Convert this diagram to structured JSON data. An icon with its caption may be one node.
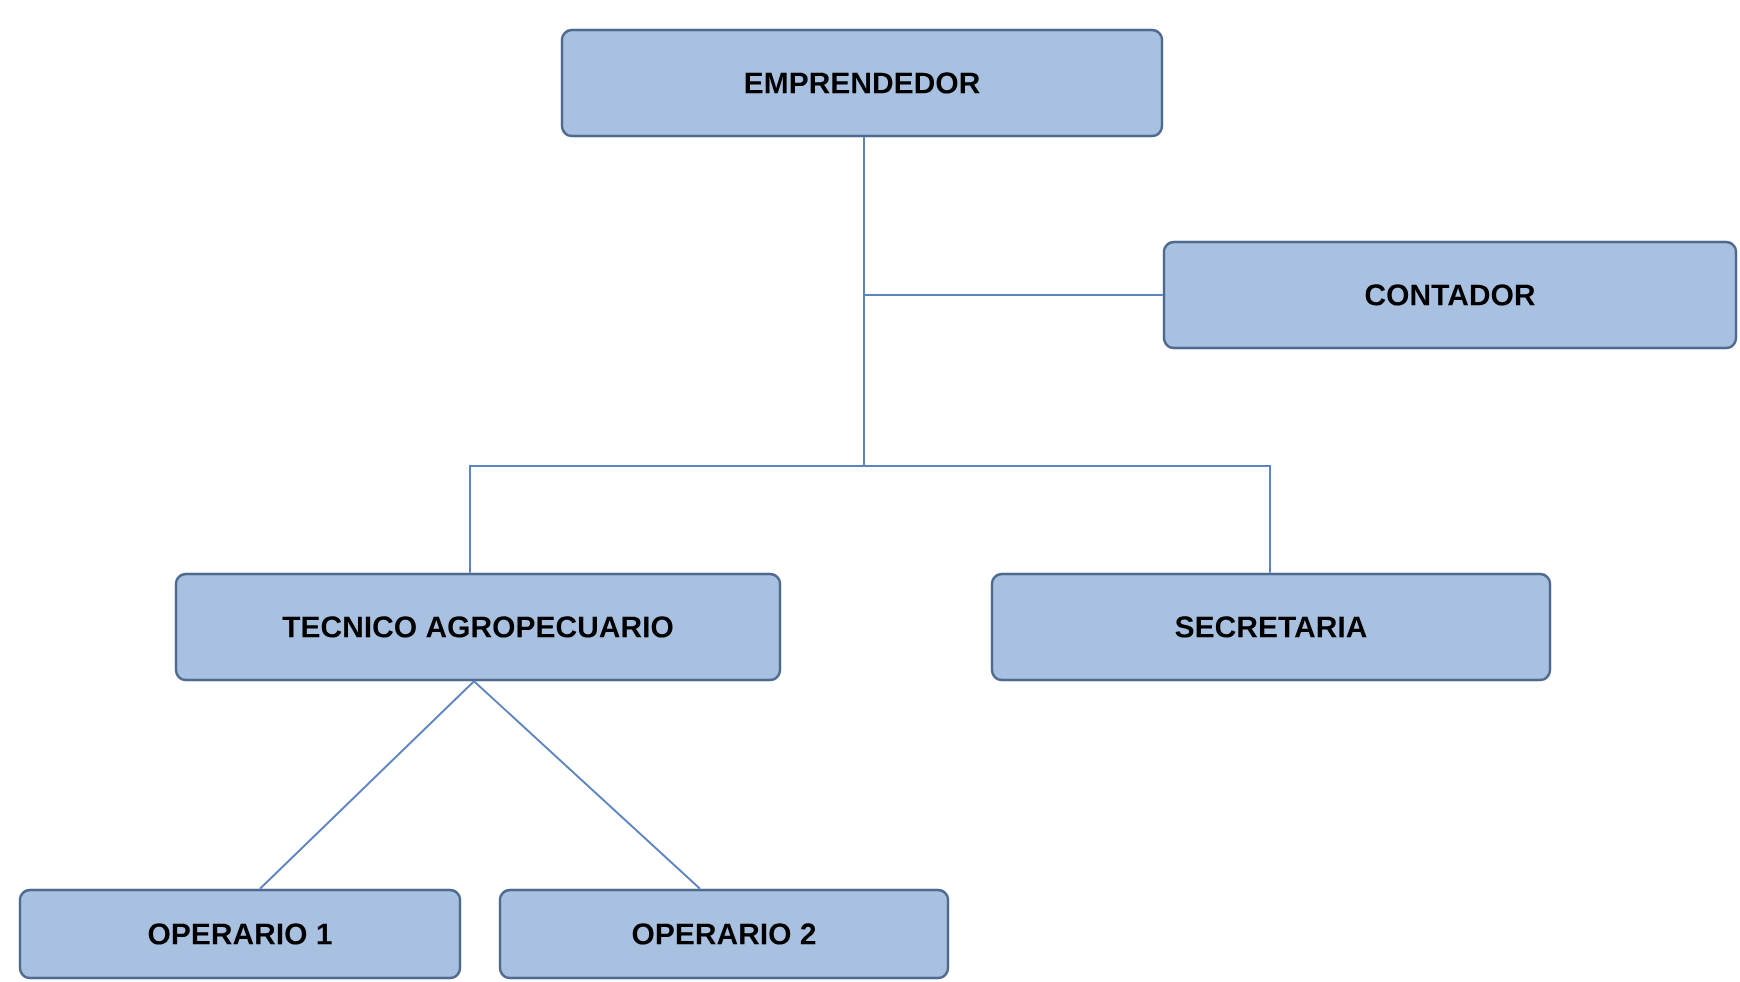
{
  "diagram": {
    "nodes": [
      {
        "text": [
          "EMPRENDEDOR"
        ]
      },
      {
        "text": [
          "CONTADOR"
        ]
      },
      {
        "text": [
          "TECNICO AGROPECUARIO"
        ]
      },
      {
        "text": [
          "SECRETARIA"
        ]
      },
      {
        "text": [
          "OPERARIO 1"
        ]
      },
      {
        "text": [
          "OPERARIO 2"
        ]
      }
    ],
    "edges": [
      {
        "from": 0,
        "to": 1,
        "arrow": "none"
      },
      {
        "from": 0,
        "to": 2,
        "arrow": "none"
      },
      {
        "from": 0,
        "to": 3,
        "arrow": "none"
      },
      {
        "from": 2,
        "to": 4,
        "arrow": "none"
      },
      {
        "from": 2,
        "to": 5,
        "arrow": "none"
      }
    ]
  }
}
